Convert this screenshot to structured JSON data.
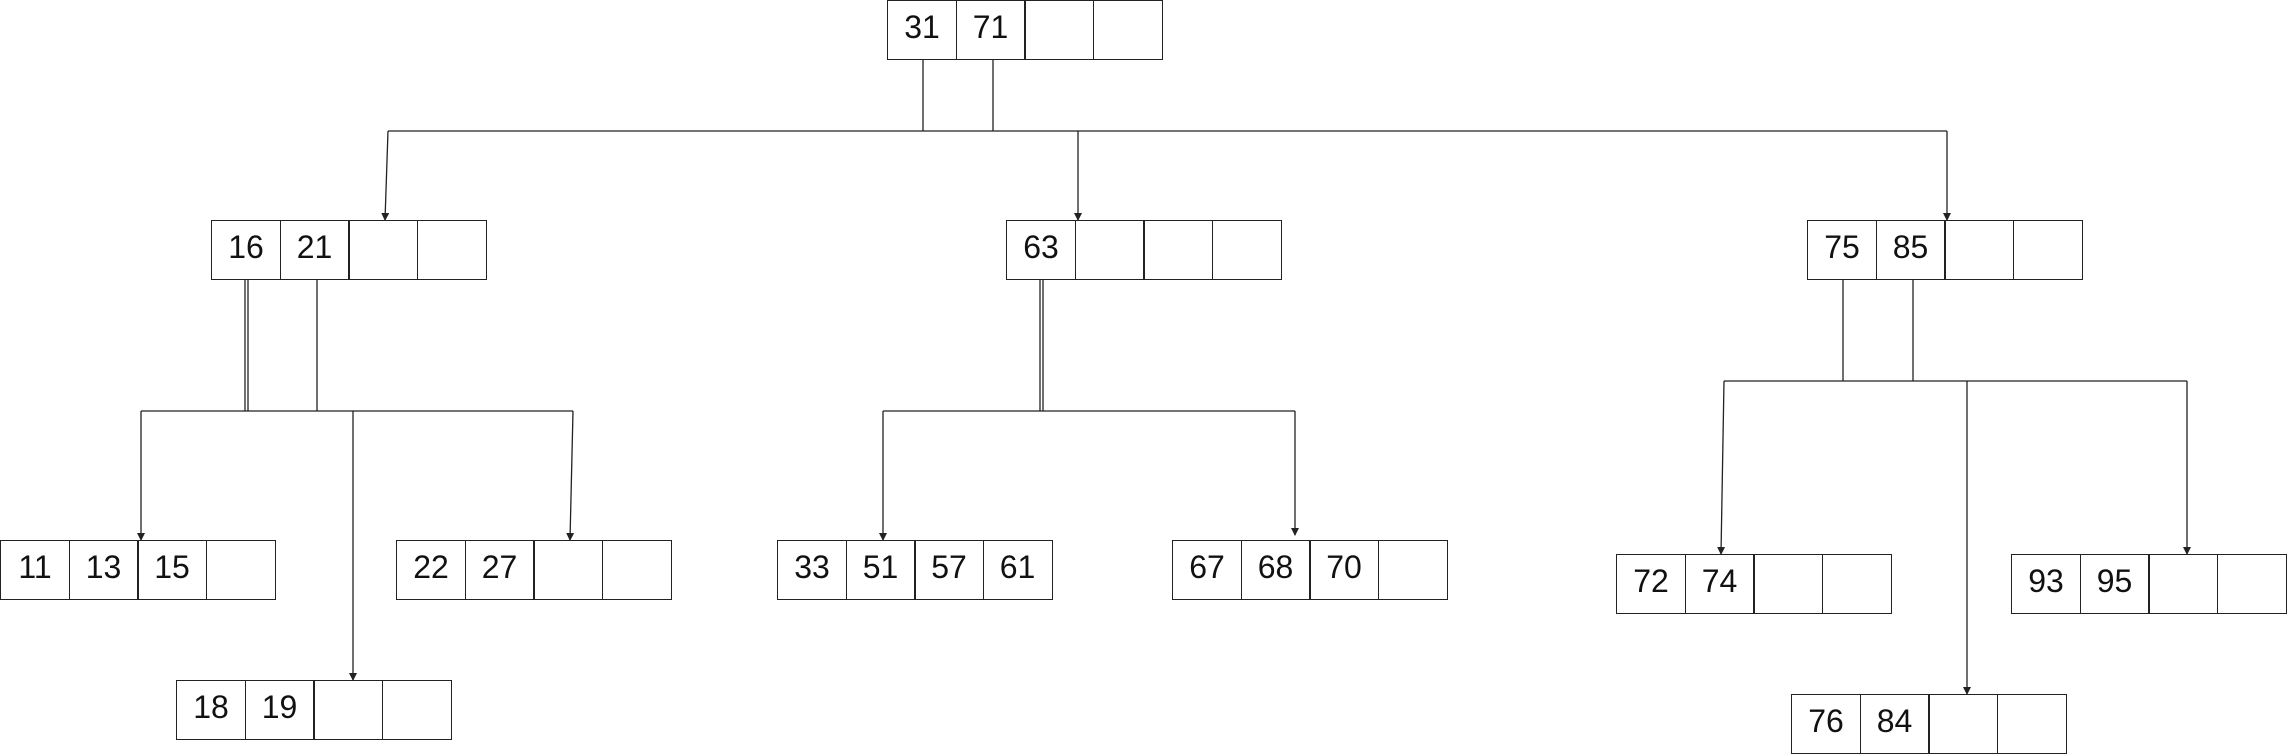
{
  "tree": {
    "root": {
      "keys": [
        "31",
        "71",
        "",
        ""
      ]
    },
    "level1": [
      {
        "keys": [
          "16",
          "21",
          "",
          ""
        ]
      },
      {
        "keys": [
          "63",
          "",
          "",
          ""
        ]
      },
      {
        "keys": [
          "75",
          "85",
          "",
          ""
        ]
      }
    ],
    "level2": [
      {
        "keys": [
          "11",
          "13",
          "15",
          ""
        ]
      },
      {
        "keys": [
          "18",
          "19",
          "",
          ""
        ]
      },
      {
        "keys": [
          "22",
          "27",
          "",
          ""
        ]
      },
      {
        "keys": [
          "33",
          "51",
          "57",
          "61"
        ]
      },
      {
        "keys": [
          "67",
          "68",
          "70",
          ""
        ]
      },
      {
        "keys": [
          "72",
          "74",
          "",
          ""
        ]
      },
      {
        "keys": [
          "76",
          "84",
          "",
          ""
        ]
      },
      {
        "keys": [
          "93",
          "95",
          "",
          ""
        ]
      }
    ]
  },
  "colors": {
    "line": "#222222",
    "text": "#111111",
    "background": "#ffffff"
  }
}
